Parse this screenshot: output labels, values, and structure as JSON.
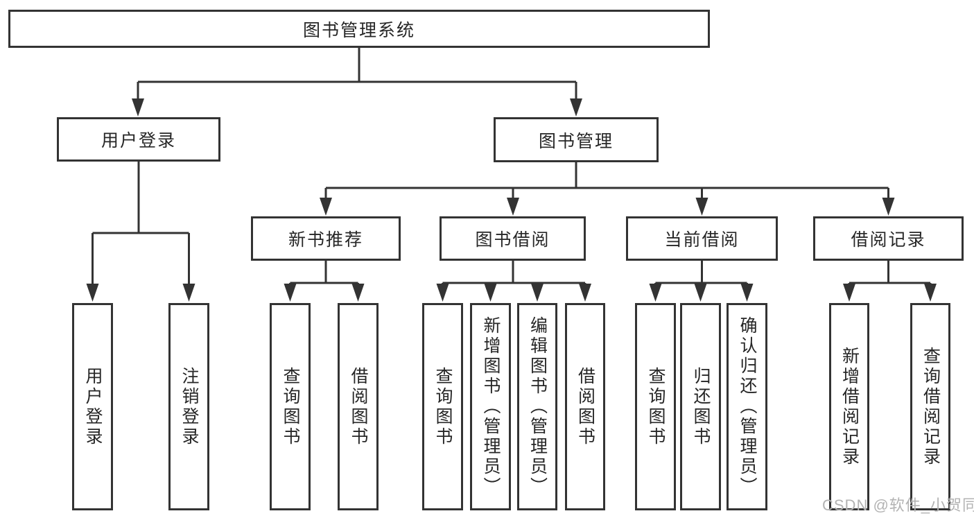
{
  "root": {
    "label": "图书管理系统"
  },
  "level1": [
    {
      "label": "用户登录"
    },
    {
      "label": "图书管理"
    }
  ],
  "level2": [
    {
      "label": "新书推荐"
    },
    {
      "label": "图书借阅"
    },
    {
      "label": "当前借阅"
    },
    {
      "label": "借阅记录"
    }
  ],
  "leaves": [
    {
      "label": "用户登录"
    },
    {
      "label": "注销登录"
    },
    {
      "label": "查询图书"
    },
    {
      "label": "借阅图书"
    },
    {
      "label": "查询图书"
    },
    {
      "label": "新增图书（管理员）"
    },
    {
      "label": "编辑图书（管理员）"
    },
    {
      "label": "借阅图书"
    },
    {
      "label": "查询图书"
    },
    {
      "label": "归还图书"
    },
    {
      "label": "确认归还（管理员）"
    },
    {
      "label": "新增借阅记录"
    },
    {
      "label": "查询借阅记录"
    }
  ],
  "hierarchy": {
    "图书管理系统": {
      "用户登录": [
        "用户登录",
        "注销登录"
      ],
      "图书管理": {
        "新书推荐": [
          "查询图书",
          "借阅图书"
        ],
        "图书借阅": [
          "查询图书",
          "新增图书（管理员）",
          "编辑图书（管理员）",
          "借阅图书"
        ],
        "当前借阅": [
          "查询图书",
          "归还图书",
          "确认归还（管理员）"
        ],
        "借阅记录": [
          "新增借阅记录",
          "查询借阅记录"
        ]
      }
    }
  },
  "watermark": {
    "text": "CSDN @软件_小贺同学"
  },
  "colors": {
    "line": "#333333",
    "text": "#262626",
    "background": "#ffffff",
    "watermark": "#b3b3b3"
  }
}
